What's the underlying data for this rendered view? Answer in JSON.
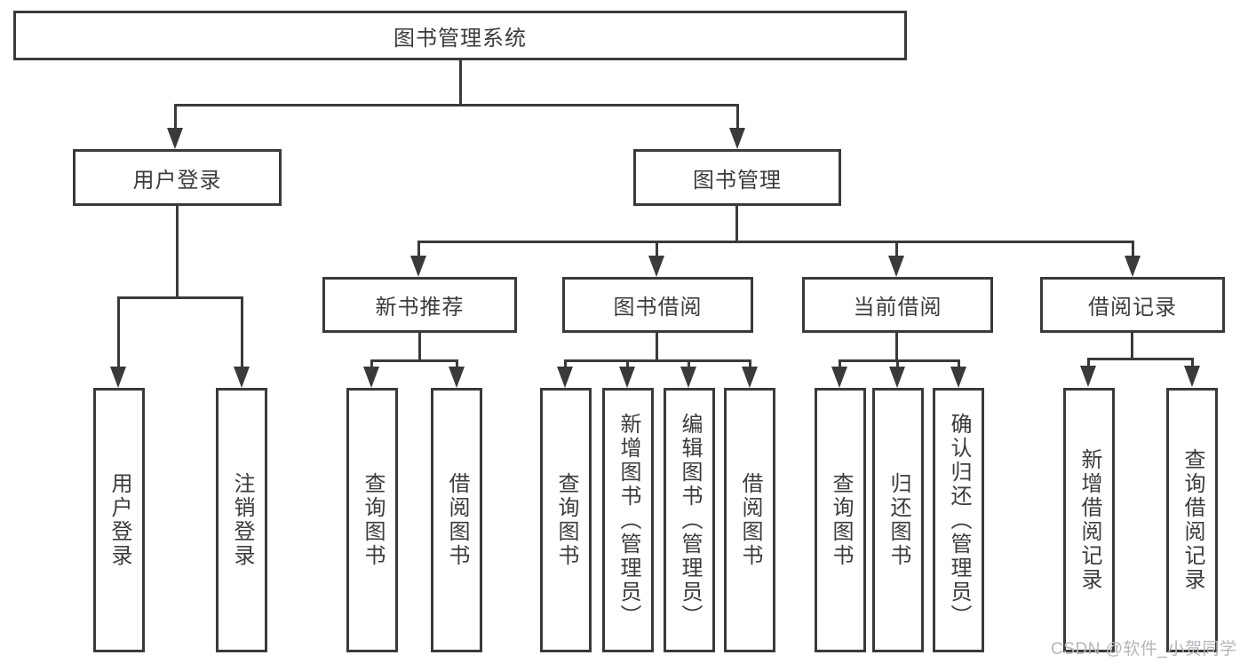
{
  "nodes": {
    "root": "图书管理系统",
    "user_login": "用户登录",
    "book_mgmt": "图书管理",
    "new_books": "新书推荐",
    "book_borrow": "图书借阅",
    "current_borrow": "当前借阅",
    "borrow_records": "借阅记录",
    "leaf_user_login": "用户登录",
    "leaf_logout": "注销登录",
    "leaf_nb_query": "查询图书",
    "leaf_nb_borrow": "借阅图书",
    "leaf_bb_query": "查询图书",
    "leaf_bb_add": "新增图书（管理员）",
    "leaf_bb_edit": "编辑图书（管理员）",
    "leaf_bb_borrow": "借阅图书",
    "leaf_cb_query": "查询图书",
    "leaf_cb_return": "归还图书",
    "leaf_cb_confirm": "确认归还（管理员）",
    "leaf_br_add": "新增借阅记录",
    "leaf_br_query": "查询借阅记录"
  },
  "tree": {
    "label": "图书管理系统",
    "children": [
      {
        "label": "用户登录",
        "children": [
          {
            "label": "用户登录"
          },
          {
            "label": "注销登录"
          }
        ]
      },
      {
        "label": "图书管理",
        "children": [
          {
            "label": "新书推荐",
            "children": [
              {
                "label": "查询图书"
              },
              {
                "label": "借阅图书"
              }
            ]
          },
          {
            "label": "图书借阅",
            "children": [
              {
                "label": "查询图书"
              },
              {
                "label": "新增图书（管理员）"
              },
              {
                "label": "编辑图书（管理员）"
              },
              {
                "label": "借阅图书"
              }
            ]
          },
          {
            "label": "当前借阅",
            "children": [
              {
                "label": "查询图书"
              },
              {
                "label": "归还图书"
              },
              {
                "label": "确认归还（管理员）"
              }
            ]
          },
          {
            "label": "借阅记录",
            "children": [
              {
                "label": "新增借阅记录"
              },
              {
                "label": "查询借阅记录"
              }
            ]
          }
        ]
      }
    ]
  },
  "watermark": "CSDN @软件_小贺同学",
  "colors": {
    "line": "#3a3a3a",
    "text": "#3c3c3c",
    "watermark": "#b3b6ba",
    "background": "#ffffff"
  }
}
